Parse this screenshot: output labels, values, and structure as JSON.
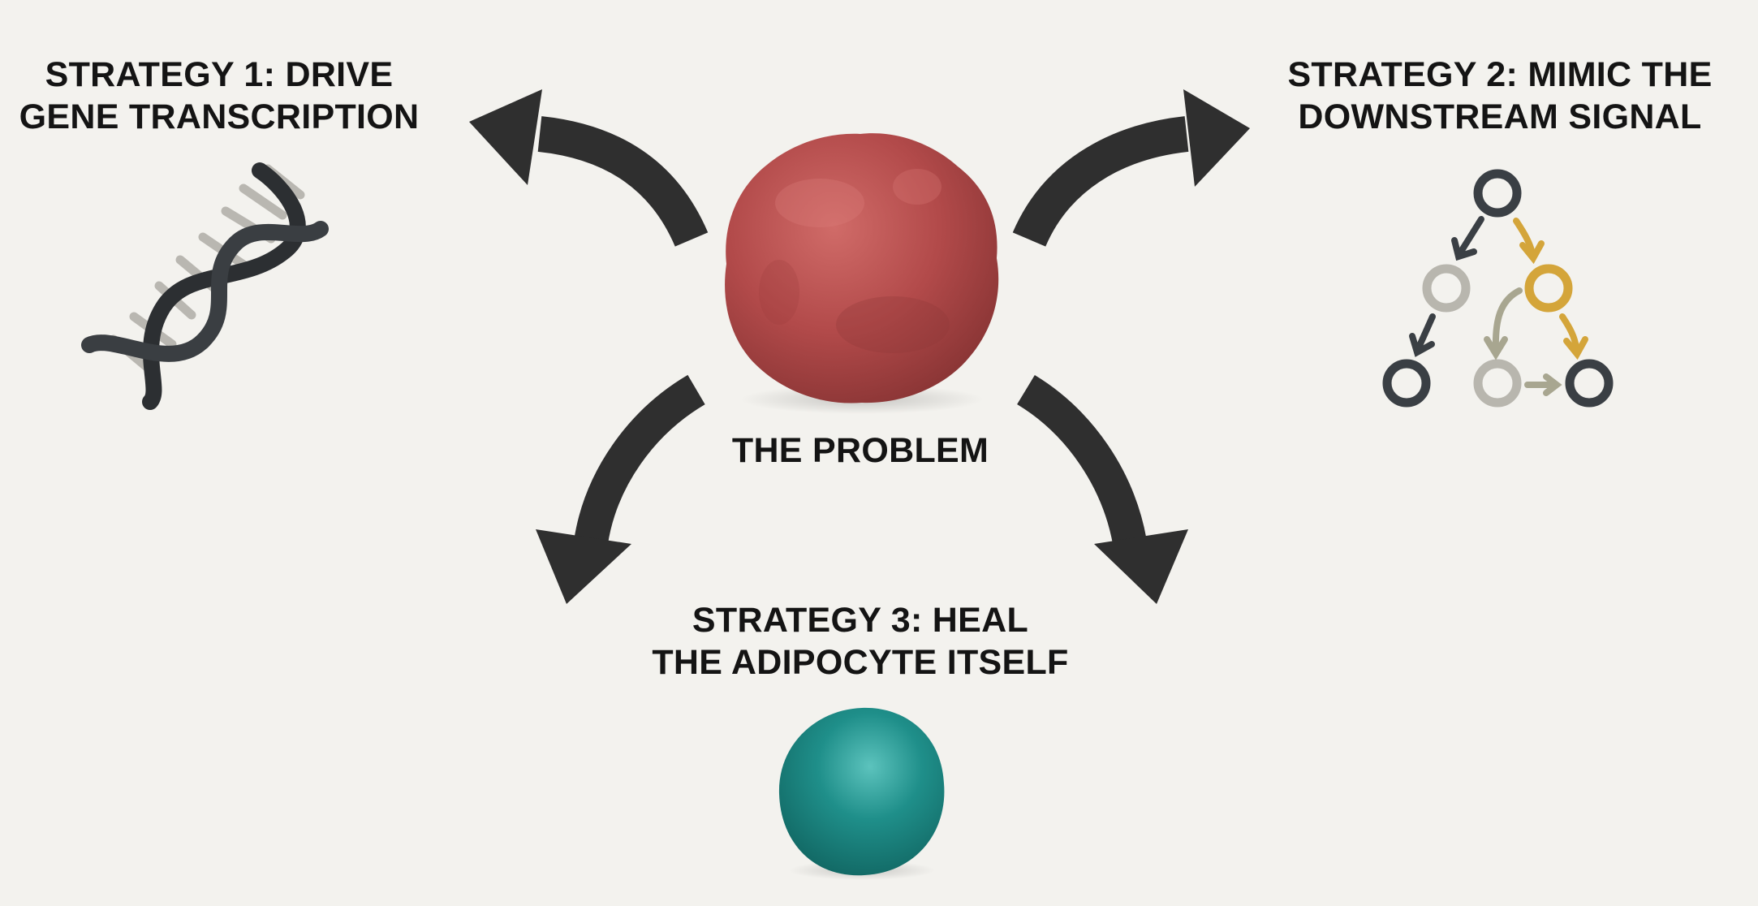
{
  "diagram": {
    "center": {
      "label": "THE PROBLEM"
    },
    "strategies": [
      {
        "line1": "STRATEGY 1: DRIVE",
        "line2": "GENE TRANSCRIPTION",
        "icon": "dna-helix-icon"
      },
      {
        "line1": "STRATEGY 2: MIMIC THE",
        "line2": "DOWNSTREAM SIGNAL",
        "icon": "signaling-cascade-icon"
      },
      {
        "line1": "STRATEGY 3: HEAL",
        "line2": "THE ADIPOCYTE ITSELF",
        "icon": "healthy-adipocyte-icon"
      }
    ],
    "colors": {
      "background": "#f3f2ee",
      "problem_cell": "#b24a4a",
      "healthy_cell": "#1f8f8a",
      "arrow": "#2f2f2f",
      "node_dark": "#3a3f44",
      "node_light": "#b8b6ae",
      "node_gold": "#d4a53a"
    }
  }
}
